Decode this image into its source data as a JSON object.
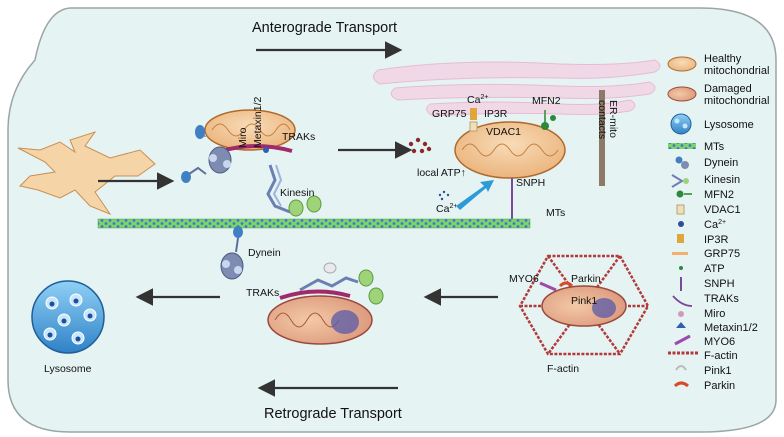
{
  "titles": {
    "anterograde": "Anterograde Transport",
    "retrograde": "Retrograde Transport"
  },
  "labels": {
    "miro": "Miro",
    "metaxin": "Metaxin1/2",
    "traks_top": "TRAKs",
    "kinesin": "Kinesin",
    "ca_top": "Ca",
    "ca_sup": "2+",
    "grp75": "GRP75",
    "ip3r": "IP3R",
    "vdac1": "VDAC1",
    "mfn2": "MFN2",
    "er_mito_1": "ER-mito",
    "er_mito_2": "contacts",
    "local_atp": "local ATP↑",
    "snph": "SNPH",
    "ca_free": "Ca",
    "ca_free_sup": "2+",
    "mts": "MTs",
    "dynein": "Dynein",
    "traks_bottom": "TRAKs",
    "lysosome": "Lysosome",
    "myo6": "MYO6",
    "parkin": "Parkin",
    "pink1": "Pink1",
    "f_actin": "F-actin"
  },
  "legend": [
    {
      "label": "Healthy",
      "label2": "mitochondrial",
      "icon": "healthy-mito-icon"
    },
    {
      "label": "Damaged",
      "label2": "mitochondrial",
      "icon": "damaged-mito-icon"
    },
    {
      "label": "Lysosome",
      "label2": "",
      "icon": "lysosome-icon"
    },
    {
      "label": "MTs",
      "label2": "",
      "icon": "microtubule-icon"
    },
    {
      "label": "Dynein",
      "label2": "",
      "icon": "dynein-icon"
    },
    {
      "label": "Kinesin",
      "label2": "",
      "icon": "kinesin-icon"
    },
    {
      "label": "MFN2",
      "label2": "",
      "icon": "mfn2-icon"
    },
    {
      "label": "VDAC1",
      "label2": "",
      "icon": "vdac1-icon"
    },
    {
      "label": "Ca",
      "sup": "2+",
      "label2": "",
      "icon": "calcium-icon"
    },
    {
      "label": "IP3R",
      "label2": "",
      "icon": "ip3r-icon"
    },
    {
      "label": "GRP75",
      "label2": "",
      "icon": "grp75-icon"
    },
    {
      "label": "ATP",
      "label2": "",
      "icon": "atp-icon"
    },
    {
      "label": "SNPH",
      "label2": "",
      "icon": "snph-icon"
    },
    {
      "label": "TRAKs",
      "label2": "",
      "icon": "traks-icon"
    },
    {
      "label": "Miro",
      "label2": "",
      "icon": "miro-icon"
    },
    {
      "label": "Metaxin1/2",
      "label2": "",
      "icon": "metaxin-icon"
    },
    {
      "label": "MYO6",
      "label2": "",
      "icon": "myo6-icon"
    },
    {
      "label": "F-actin",
      "label2": "",
      "icon": "f-actin-icon"
    },
    {
      "label": "Pink1",
      "label2": "",
      "icon": "pink1-icon"
    },
    {
      "label": "Parkin",
      "label2": "",
      "icon": "parkin-icon"
    }
  ],
  "colors": {
    "cell_fill": "#e6f3f3",
    "cell_stroke": "#9aa5a5",
    "mito_fill": "#f3c79a",
    "mito_stroke": "#b06a2b",
    "er_fill": "#f1d8e6",
    "arrow": "#333333",
    "blue_arrow": "#2e9bd8",
    "lyso_fill": "#3a8fd0",
    "actin": "#b23a3a",
    "snph": "#7a4a9a",
    "mt_a": "#7fd36b",
    "mt_b": "#3d79c6"
  }
}
